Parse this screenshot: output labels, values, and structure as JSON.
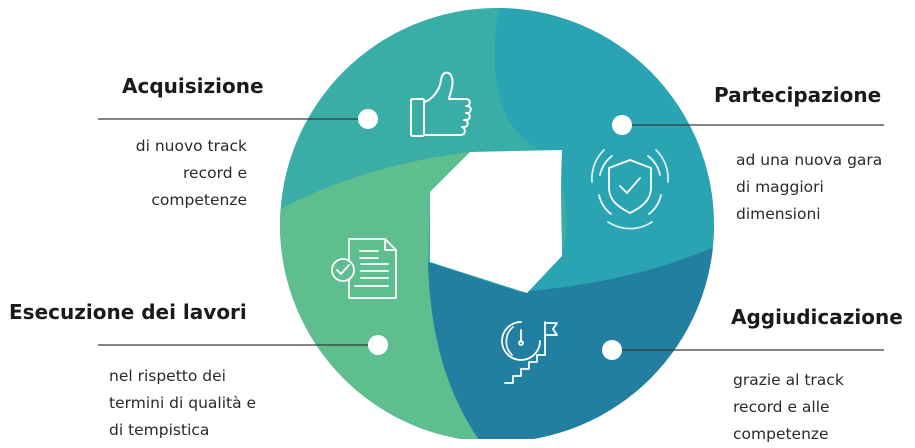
{
  "stages": [
    {
      "title": "Acquisizione",
      "lines": [
        "di nuovo track",
        "record e",
        "competenze"
      ],
      "icon": "thumbs-up-icon",
      "color": "#3aaea6"
    },
    {
      "title": "Partecipazione",
      "lines": [
        "ad una nuova gara",
        "di maggiori",
        "dimensioni"
      ],
      "icon": "shield-check-icon",
      "color": "#2aa3b3"
    },
    {
      "title": "Aggiudicazione",
      "lines": [
        "grazie al track",
        "record e alle",
        "competenze"
      ],
      "icon": "clock-stairs-flag-icon",
      "color": "#227fa0"
    },
    {
      "title": "Esecuzione dei lavori",
      "lines": [
        "nel rispetto dei",
        "termini di qualità e",
        "di tempistica"
      ],
      "icon": "document-check-icon",
      "color": "#5fbe8e"
    }
  ],
  "colors": {
    "line": "#3a3a3a",
    "dot": "#ffffff",
    "icon_stroke": "#ffffff"
  }
}
